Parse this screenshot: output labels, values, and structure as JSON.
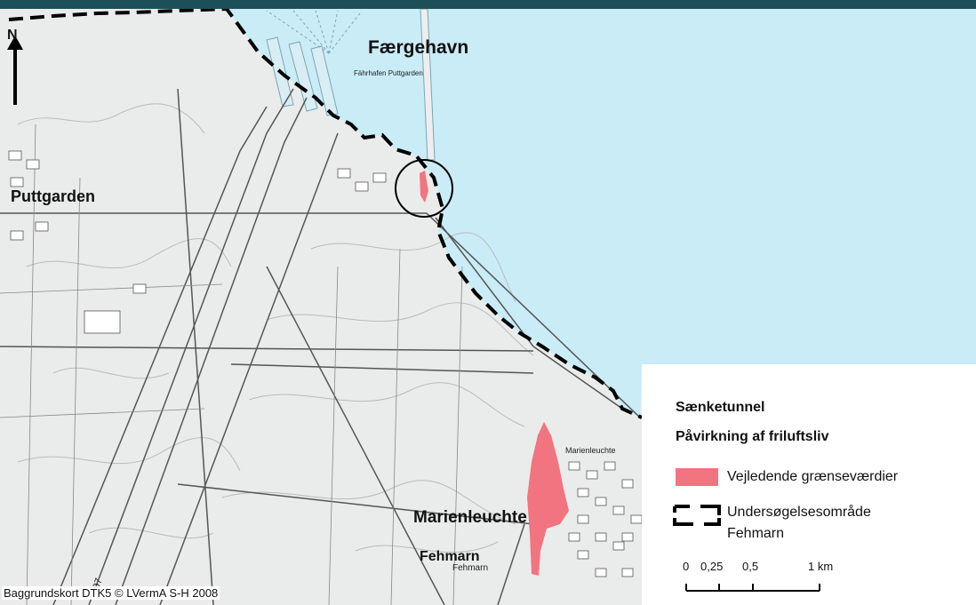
{
  "places": {
    "faergehavn": "Færgehavn",
    "puttgarden": "Puttgarden",
    "marienleuchte": "Marienleuchte",
    "fehmarn": "Fehmarn",
    "fehmarn_small": "Fehmarn",
    "faehrhafen": "Fährhafen Puttgarden",
    "marienleuchte_small": "Marienleuchte",
    "road_number": "207"
  },
  "north_label": "N",
  "credit": "Baggrundskort DTK5 © LVermA S-H 2008",
  "legend": {
    "title": "Sænketunnel",
    "subtitle": "Påvirkning af friluftsliv",
    "items": [
      {
        "label": "Vejledende grænseværdier",
        "color": "#f27480"
      },
      {
        "label": "Undersøgelsesområde",
        "label2": "Fehmarn"
      }
    ],
    "scale": {
      "ticks": [
        "0",
        "0,25",
        "0,5",
        "1 km"
      ]
    }
  },
  "colors": {
    "sea": "#c9ecf7",
    "land": "#e9ecea",
    "header": "#1d4f59",
    "impact": "#f27480"
  }
}
